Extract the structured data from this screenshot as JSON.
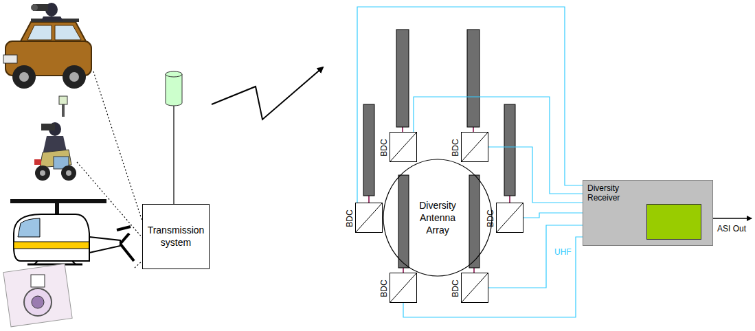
{
  "diagram": {
    "nodes": [
      {
        "text": [
          "Transmission system"
        ]
      },
      {
        "text": [
          "Diversity Antenna Array"
        ]
      },
      {
        "text": [
          "BDC"
        ]
      },
      {
        "text": [
          "BDC"
        ]
      },
      {
        "text": [
          "BDC"
        ]
      },
      {
        "text": [
          "BDC"
        ]
      },
      {
        "text": [
          "BDC"
        ]
      },
      {
        "text": [
          "BDC"
        ]
      },
      {
        "text": [
          "Diversity Receiver"
        ]
      }
    ],
    "edges": [
      {
        "from": 4,
        "to": 8,
        "arrow": "none"
      },
      {
        "from": 2,
        "to": 8,
        "arrow": "none"
      },
      {
        "from": 3,
        "to": 8,
        "arrow": "none"
      },
      {
        "from": 5,
        "to": 8,
        "arrow": "none"
      },
      {
        "from": 7,
        "to": 8,
        "arrow": "none"
      },
      {
        "from": 6,
        "to": 8,
        "arrow": "none"
      }
    ],
    "labels": [
      "UHF",
      "ASI Out"
    ]
  }
}
